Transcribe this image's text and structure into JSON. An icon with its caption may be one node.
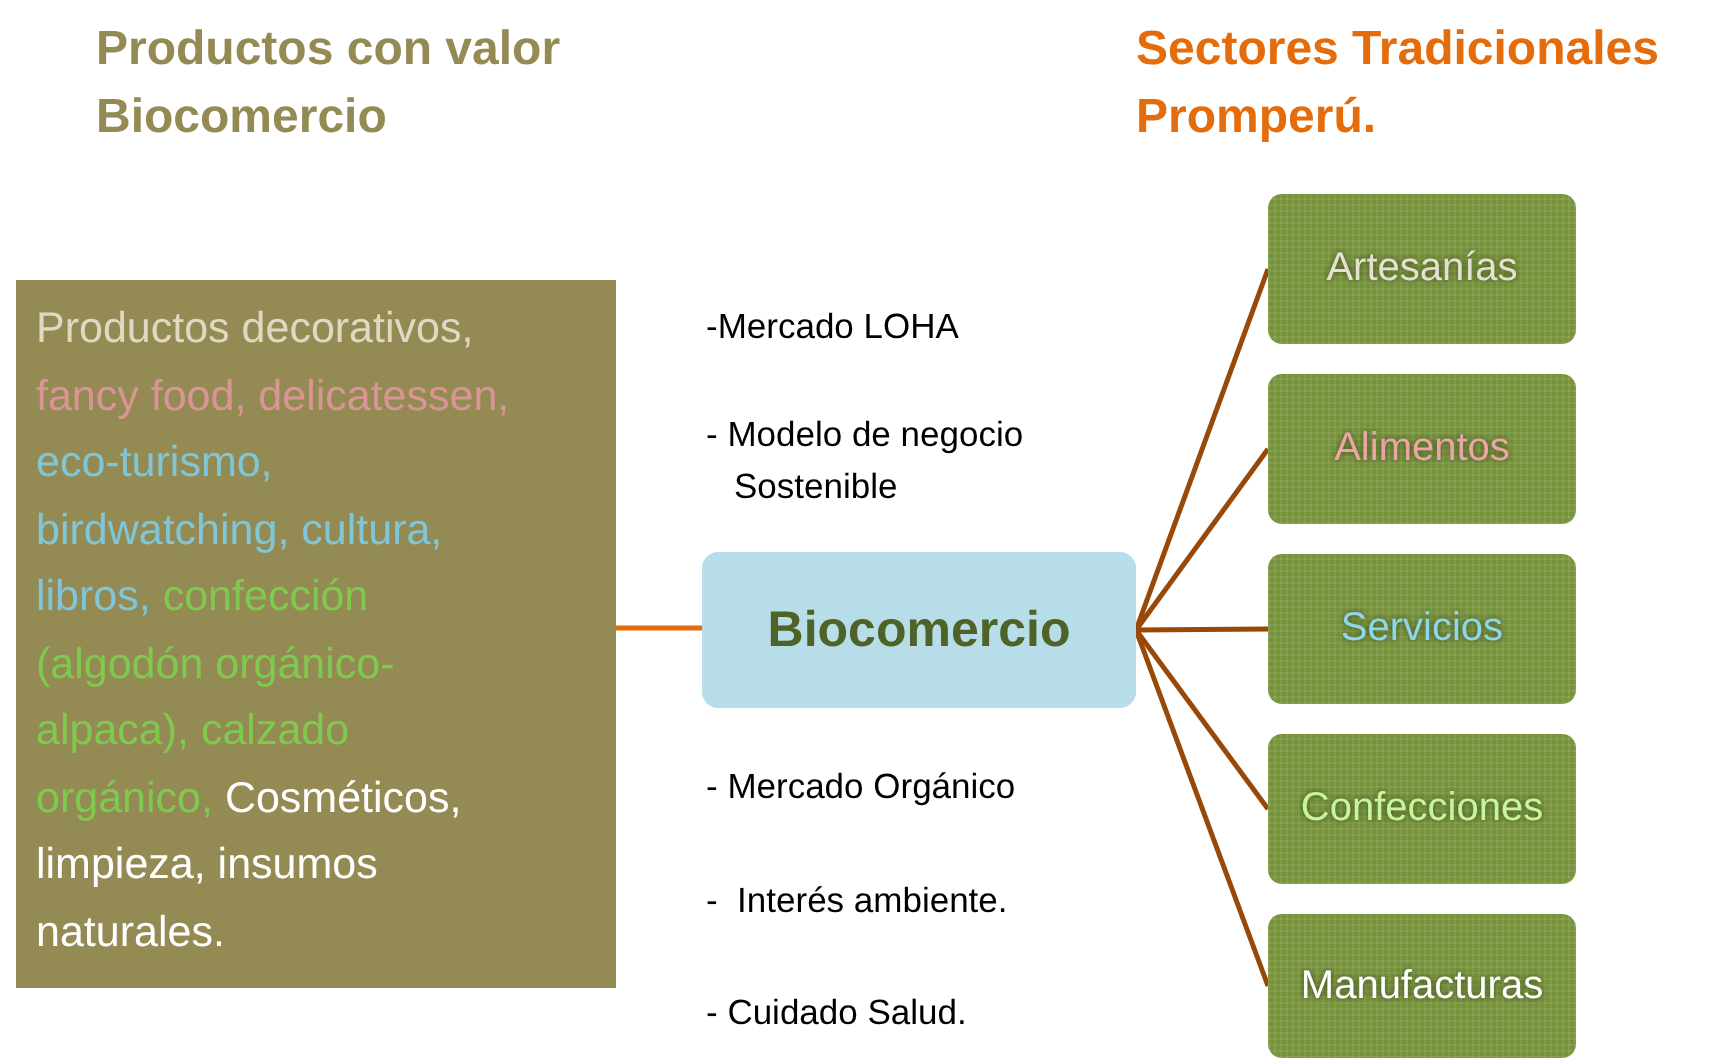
{
  "diagram": {
    "nodes": [
      {
        "text": [
          "Productos decorativos,",
          "fancy food, delicatessen,",
          "eco-turismo, birdwatching, cultura, libros,",
          "confección (algodón orgánico- alpaca), calzado orgánico,",
          "Cosméticos, limpieza, insumos naturales."
        ]
      },
      {
        "text": [
          "Biocomercio"
        ]
      },
      {
        "text": [
          "Artesanías"
        ]
      },
      {
        "text": [
          "Alimentos"
        ]
      },
      {
        "text": [
          "Servicios"
        ]
      },
      {
        "text": [
          "Confecciones"
        ]
      },
      {
        "text": [
          "Manufacturas"
        ]
      }
    ],
    "edges": [
      {
        "from": 0,
        "to": 1,
        "arrow": "none",
        "color": "#e46c0a"
      },
      {
        "from": 1,
        "to": 2,
        "arrow": "none"
      },
      {
        "from": 1,
        "to": 3,
        "arrow": "none"
      },
      {
        "from": 1,
        "to": 4,
        "arrow": "none"
      },
      {
        "from": 1,
        "to": 5,
        "arrow": "none"
      },
      {
        "from": 1,
        "to": 6,
        "arrow": "none"
      }
    ],
    "labels": [
      "Productos con valor Biocomercio",
      "Sectores Tradicionales Promperú.",
      "-Mercado LOHA",
      "- Modelo de negocio Sostenible",
      "- Mercado Orgánico",
      "-  Interés ambiente.",
      "- Cuidado Salud."
    ]
  }
}
